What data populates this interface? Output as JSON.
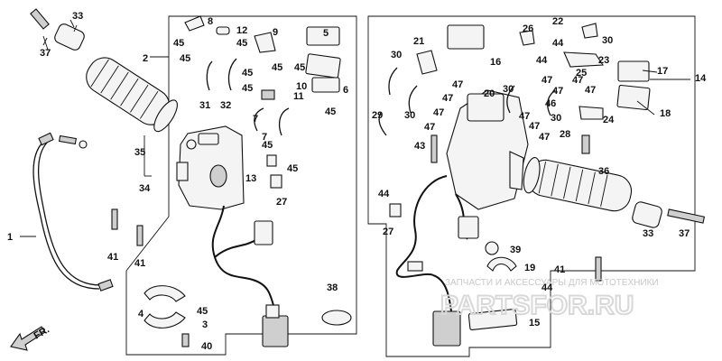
{
  "labels": {
    "l1": "1",
    "l2": "2",
    "l3": "3",
    "l4": "4",
    "l5": "5",
    "l6": "6",
    "l7": "7",
    "l8": "8",
    "l9": "9",
    "l10": "10",
    "l11": "11",
    "l12": "12",
    "l13": "13",
    "l14": "14",
    "l15": "15",
    "l16": "16",
    "l17": "17",
    "l18": "18",
    "l19": "19",
    "l20": "20",
    "l21": "21",
    "l22": "22",
    "l23": "23",
    "l24": "24",
    "l25": "25",
    "l26": "26",
    "l27": "27",
    "l28": "28",
    "l29": "29",
    "l30": "30",
    "l31": "31",
    "l32": "32",
    "l33": "33",
    "l34": "34",
    "l35": "35",
    "l36": "36",
    "l37": "37",
    "l38": "38",
    "l39": "39",
    "l40": "40",
    "l41": "41",
    "l43": "43",
    "l44": "44",
    "l45": "45",
    "l46": "46",
    "l47": "47",
    "fr": "FR."
  },
  "watermark": {
    "caption": "ЗАПЧАСТИ И АКСЕССУАРЫ ДЛЯ МОТОТЕХНИКИ",
    "logo": "PARTSFOR.RU"
  }
}
